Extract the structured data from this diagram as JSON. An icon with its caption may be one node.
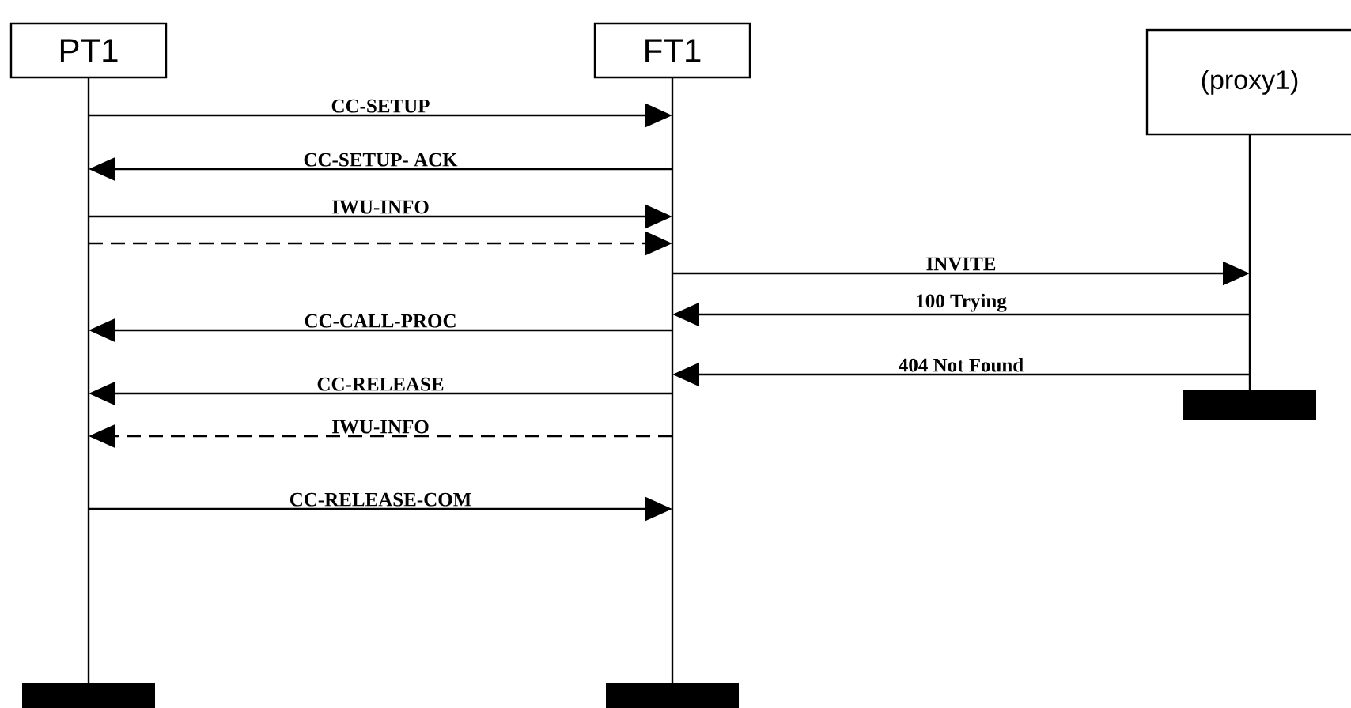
{
  "diagram": {
    "nodes": [
      {
        "text": [
          "PT1"
        ]
      },
      {
        "text": [
          "FT1"
        ]
      },
      {
        "text": [
          "(proxy1)"
        ]
      }
    ],
    "edges": [
      {
        "from": 0,
        "to": 1,
        "arrow": "to",
        "label": "CC-SETUP"
      },
      {
        "from": 1,
        "to": 0,
        "arrow": "to",
        "label": "CC-SETUP- ACK"
      },
      {
        "from": 0,
        "to": 1,
        "arrow": "to",
        "label": "IWU-INFO"
      },
      {
        "from": 0,
        "to": 1,
        "arrow": "to",
        "style": "dashed"
      },
      {
        "from": 1,
        "to": 2,
        "arrow": "to",
        "label": "INVITE"
      },
      {
        "from": 2,
        "to": 1,
        "arrow": "to",
        "label": "100 Trying"
      },
      {
        "from": 1,
        "to": 0,
        "arrow": "to",
        "label": "CC-CALL-PROC"
      },
      {
        "from": 2,
        "to": 1,
        "arrow": "to",
        "label": "404 Not Found"
      },
      {
        "from": 1,
        "to": 0,
        "arrow": "to",
        "label": "CC-RELEASE"
      },
      {
        "from": 1,
        "to": 0,
        "arrow": "to",
        "label": "IWU-INFO",
        "style": "dashed"
      },
      {
        "from": 0,
        "to": 1,
        "arrow": "to",
        "label": "CC-RELEASE-COM"
      }
    ]
  }
}
